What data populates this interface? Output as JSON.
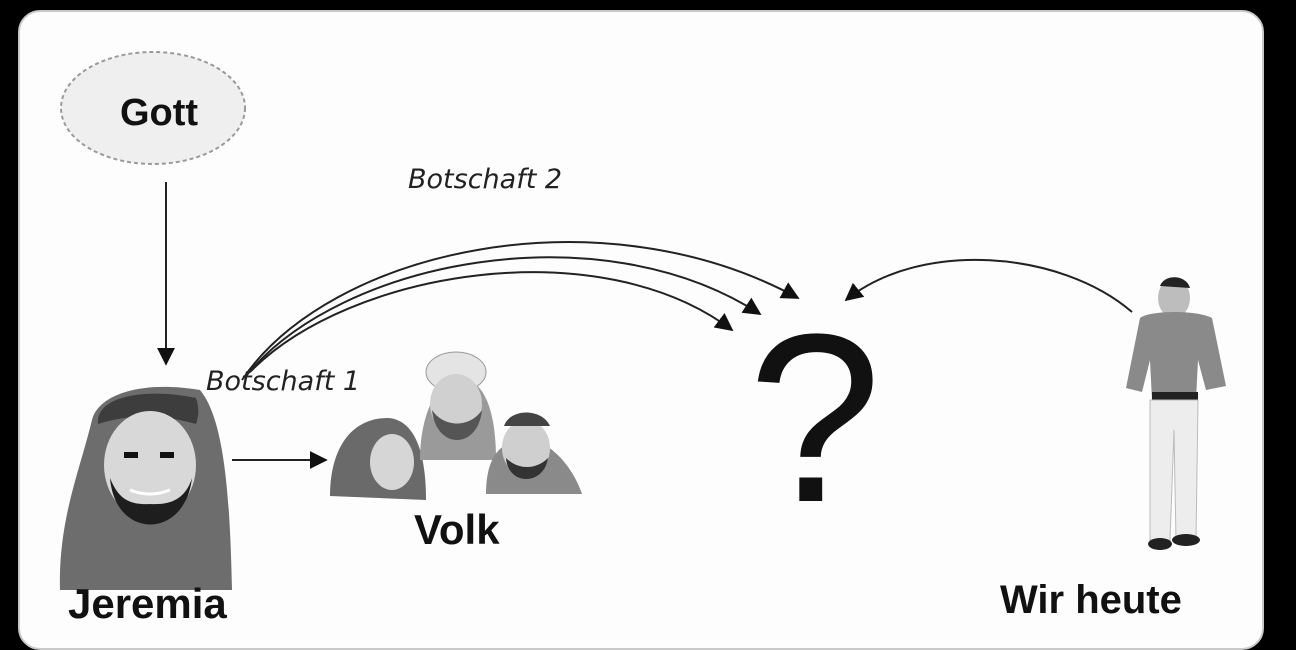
{
  "nodes": {
    "gott": "Gott",
    "jeremia": "Jeremia",
    "volk": "Volk",
    "wir_heute": "Wir heute",
    "question": "?"
  },
  "messages": {
    "botschaft_1": "Botschaft 1",
    "botschaft_2": "Botschaft 2"
  }
}
